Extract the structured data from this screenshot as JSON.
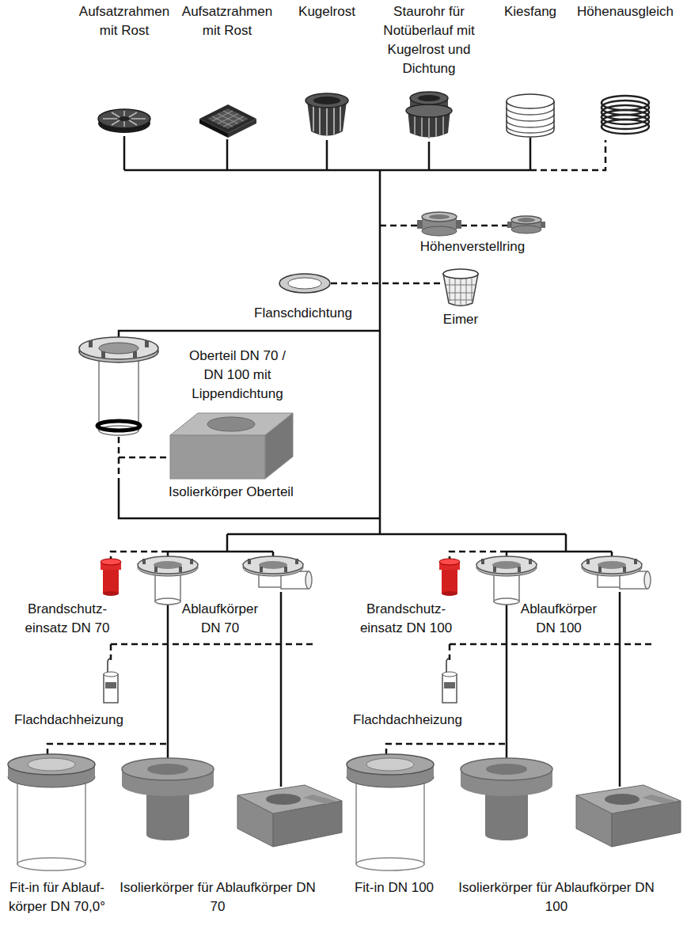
{
  "diagram": {
    "labels": [
      "Aufsatzrahmen mit Rost",
      "Aufsatzrahmen mit Rost",
      "Kugelrost",
      "Staurohr für Notüberlauf mit Kugelrost und Dichtung",
      "Kiesfang",
      "Höhenausgleich",
      "Höhenverstellring",
      "Flanschdichtung",
      "Eimer",
      "Oberteil DN 70 / DN 100 mit Lippendichtung",
      "Isolierkörper Oberteil",
      "Brandschutz- einsatz DN 70",
      "Ablaufkörper DN 70",
      "Brandschutz- einsatz DN 100",
      "Ablaufkörper DN 100",
      "Flachdachheizung",
      "Flachdachheizung",
      "Fit-in für Ablauf- körper DN 70,0°",
      "Isolierkörper für Ablaufkörper DN 70",
      "Fit-in DN 100",
      "Isolierkörper für Ablaufkörper DN 100"
    ]
  }
}
